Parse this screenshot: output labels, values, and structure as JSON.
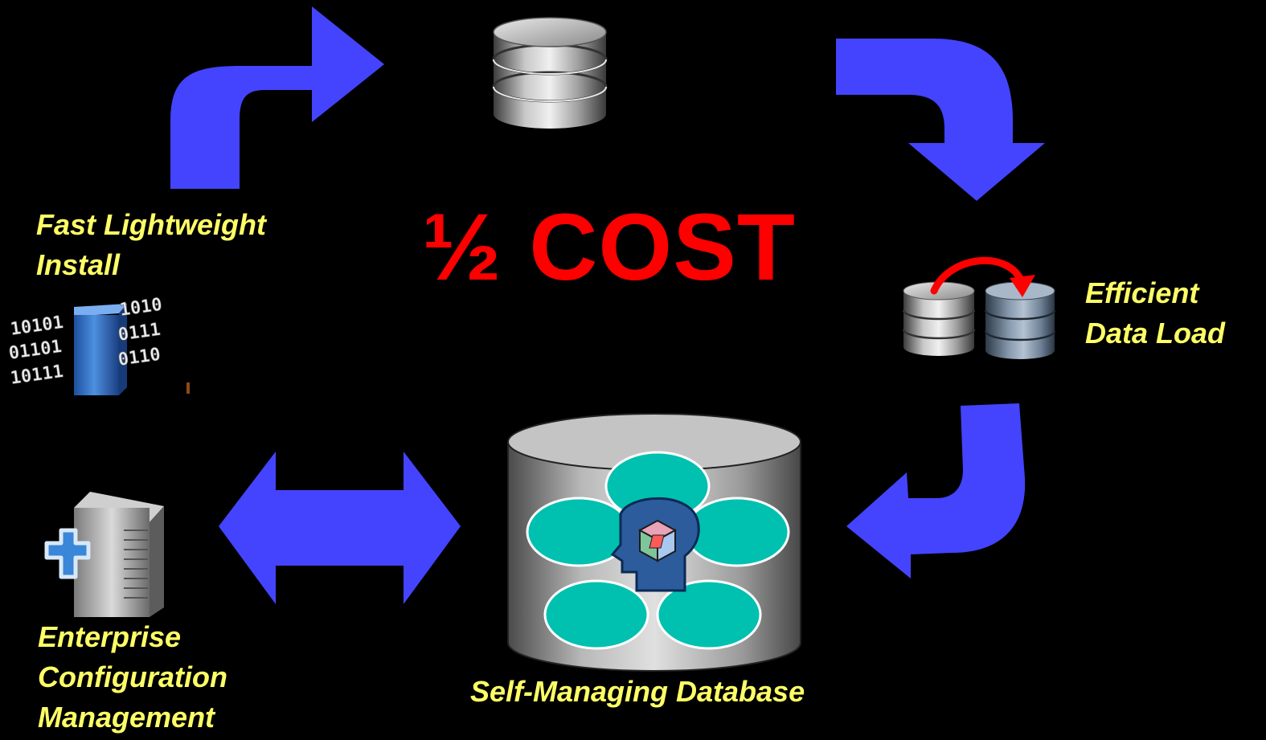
{
  "headline": "½ COST",
  "labels": {
    "install": [
      "Fast Lightweight",
      "Install"
    ],
    "data_load": [
      "Efficient",
      "Data Load"
    ],
    "ecm": [
      "Enterprise",
      "Configuration",
      "Management"
    ],
    "self_managing": "Self-Managing Database"
  },
  "binary_left": [
    "10101",
    "01101",
    "10111"
  ],
  "binary_right": [
    "1010",
    "0111",
    "0110"
  ],
  "colors": {
    "background": "#000000",
    "arrow": "#4444ff",
    "label": "#ffff66",
    "headline": "#ff0000",
    "disk": "#bcbcbc",
    "teal": "#00c0b0"
  },
  "icons": [
    "database-icon",
    "binary-install-icon",
    "data-transfer-icon",
    "server-plus-icon",
    "self-managing-database-icon"
  ]
}
